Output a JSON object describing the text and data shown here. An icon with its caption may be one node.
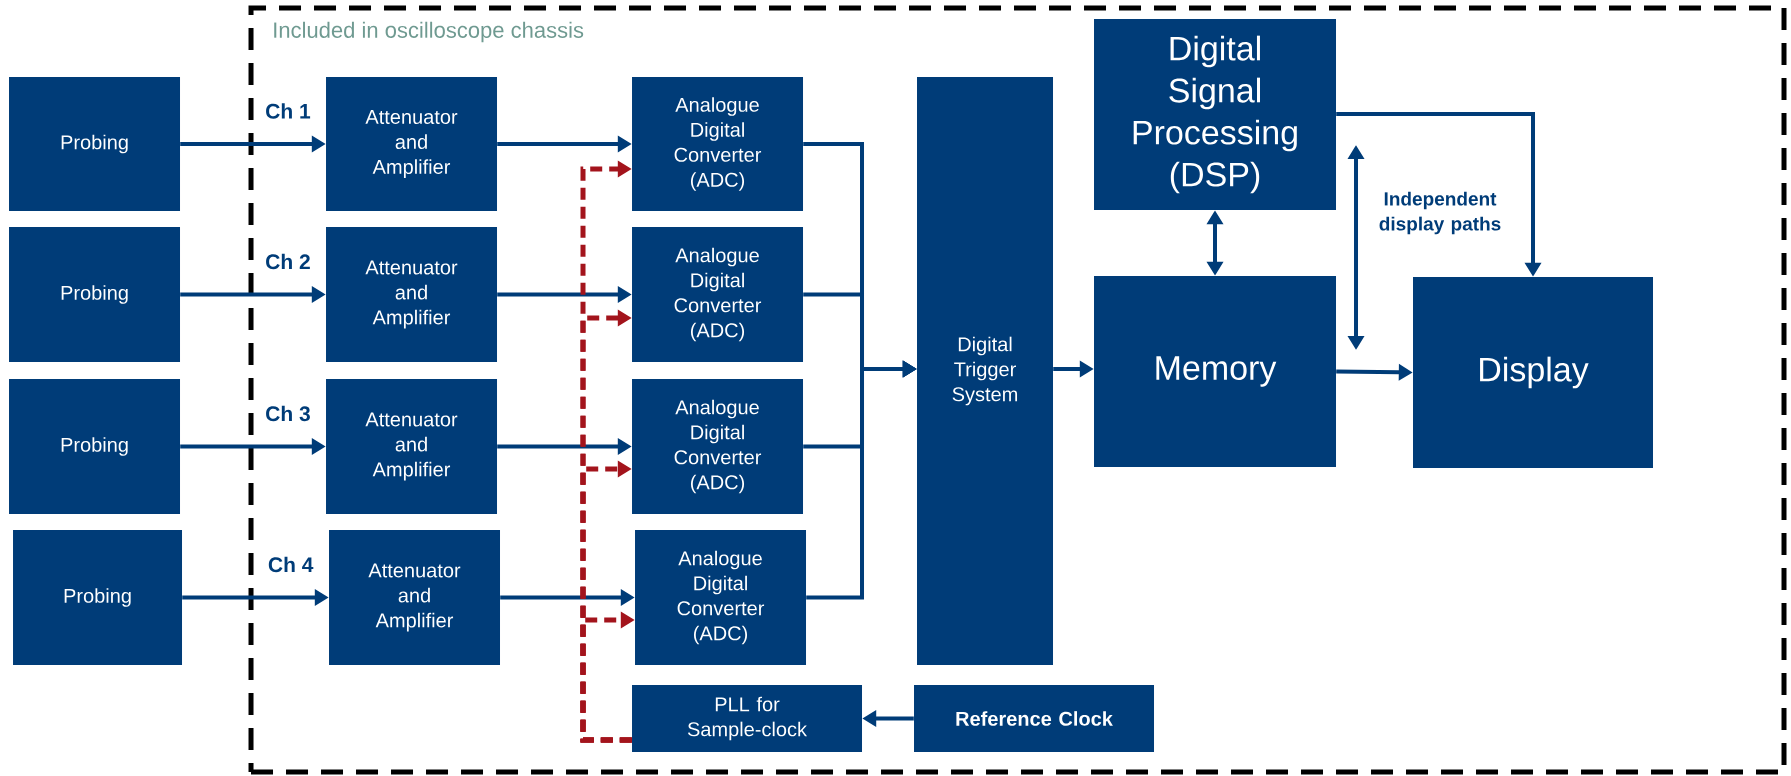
{
  "diagram": {
    "nodes": [
      {
        "text": [
          "Included in oscilloscope chassis"
        ]
      },
      {
        "text": [
          "Probing"
        ]
      },
      {
        "text": [
          "Probing"
        ]
      },
      {
        "text": [
          "Probing"
        ]
      },
      {
        "text": [
          "Probing"
        ]
      },
      {
        "text": [
          "Attenuator and Amplifier"
        ],
        "in": 0
      },
      {
        "text": [
          "Attenuator and Amplifier"
        ],
        "in": 0
      },
      {
        "text": [
          "Attenuator and Amplifier"
        ],
        "in": 0
      },
      {
        "text": [
          "Attenuator and Amplifier"
        ],
        "in": 0
      },
      {
        "text": [
          "Analogue Digital Converter (ADC)"
        ],
        "in": 0
      },
      {
        "text": [
          "Analogue Digital Converter (ADC)"
        ],
        "in": 0
      },
      {
        "text": [
          "Analogue Digital Converter (ADC)"
        ],
        "in": 0
      },
      {
        "text": [
          "Analogue Digital Converter (ADC)"
        ],
        "in": 0
      },
      {
        "text": [
          "Digital Trigger System"
        ],
        "in": 0
      },
      {
        "text": [
          "Digital Signal Processing (DSP)"
        ],
        "in": 0
      },
      {
        "text": [
          "Memory"
        ],
        "in": 0
      },
      {
        "text": [
          "Display"
        ],
        "in": 0
      },
      {
        "text": [
          "PLL for Sample-clock"
        ],
        "in": 0
      },
      {
        "text": [
          "Reference Clock"
        ],
        "in": 0
      }
    ],
    "edges": [
      {
        "from": 1,
        "to": 5,
        "label": "Ch 1",
        "arrow": "to"
      },
      {
        "from": 2,
        "to": 6,
        "label": "Ch 2",
        "arrow": "to"
      },
      {
        "from": 3,
        "to": 7,
        "label": "Ch 3",
        "arrow": "to"
      },
      {
        "from": 4,
        "to": 8,
        "label": "Ch 4",
        "arrow": "to"
      },
      {
        "from": 5,
        "to": 9,
        "arrow": "to"
      },
      {
        "from": 6,
        "to": 10,
        "arrow": "to"
      },
      {
        "from": 7,
        "to": 11,
        "arrow": "to"
      },
      {
        "from": 8,
        "to": 12,
        "arrow": "to"
      },
      {
        "from": 9,
        "to": 13,
        "arrow": "to"
      },
      {
        "from": 10,
        "to": 13,
        "arrow": "to"
      },
      {
        "from": 11,
        "to": 13,
        "arrow": "to"
      },
      {
        "from": 12,
        "to": 13,
        "arrow": "to"
      },
      {
        "from": 13,
        "to": 15,
        "arrow": "to"
      },
      {
        "from": 14,
        "to": 15,
        "arrow": "both"
      },
      {
        "from": 14,
        "to": 16,
        "arrow": "to"
      },
      {
        "from": 15,
        "to": 16,
        "arrow": "to"
      },
      {
        "from": 18,
        "to": 17,
        "arrow": "to"
      },
      {
        "from": 17,
        "to": 9,
        "arrow": "to",
        "style": "dashed",
        "color": "#a3141c"
      },
      {
        "from": 17,
        "to": 10,
        "arrow": "to",
        "style": "dashed",
        "color": "#a3141c"
      },
      {
        "from": 17,
        "to": 11,
        "arrow": "to",
        "style": "dashed",
        "color": "#a3141c"
      },
      {
        "from": 17,
        "to": 12,
        "arrow": "to",
        "style": "dashed",
        "color": "#a3141c"
      }
    ],
    "labels": [
      "Independent display paths"
    ]
  }
}
